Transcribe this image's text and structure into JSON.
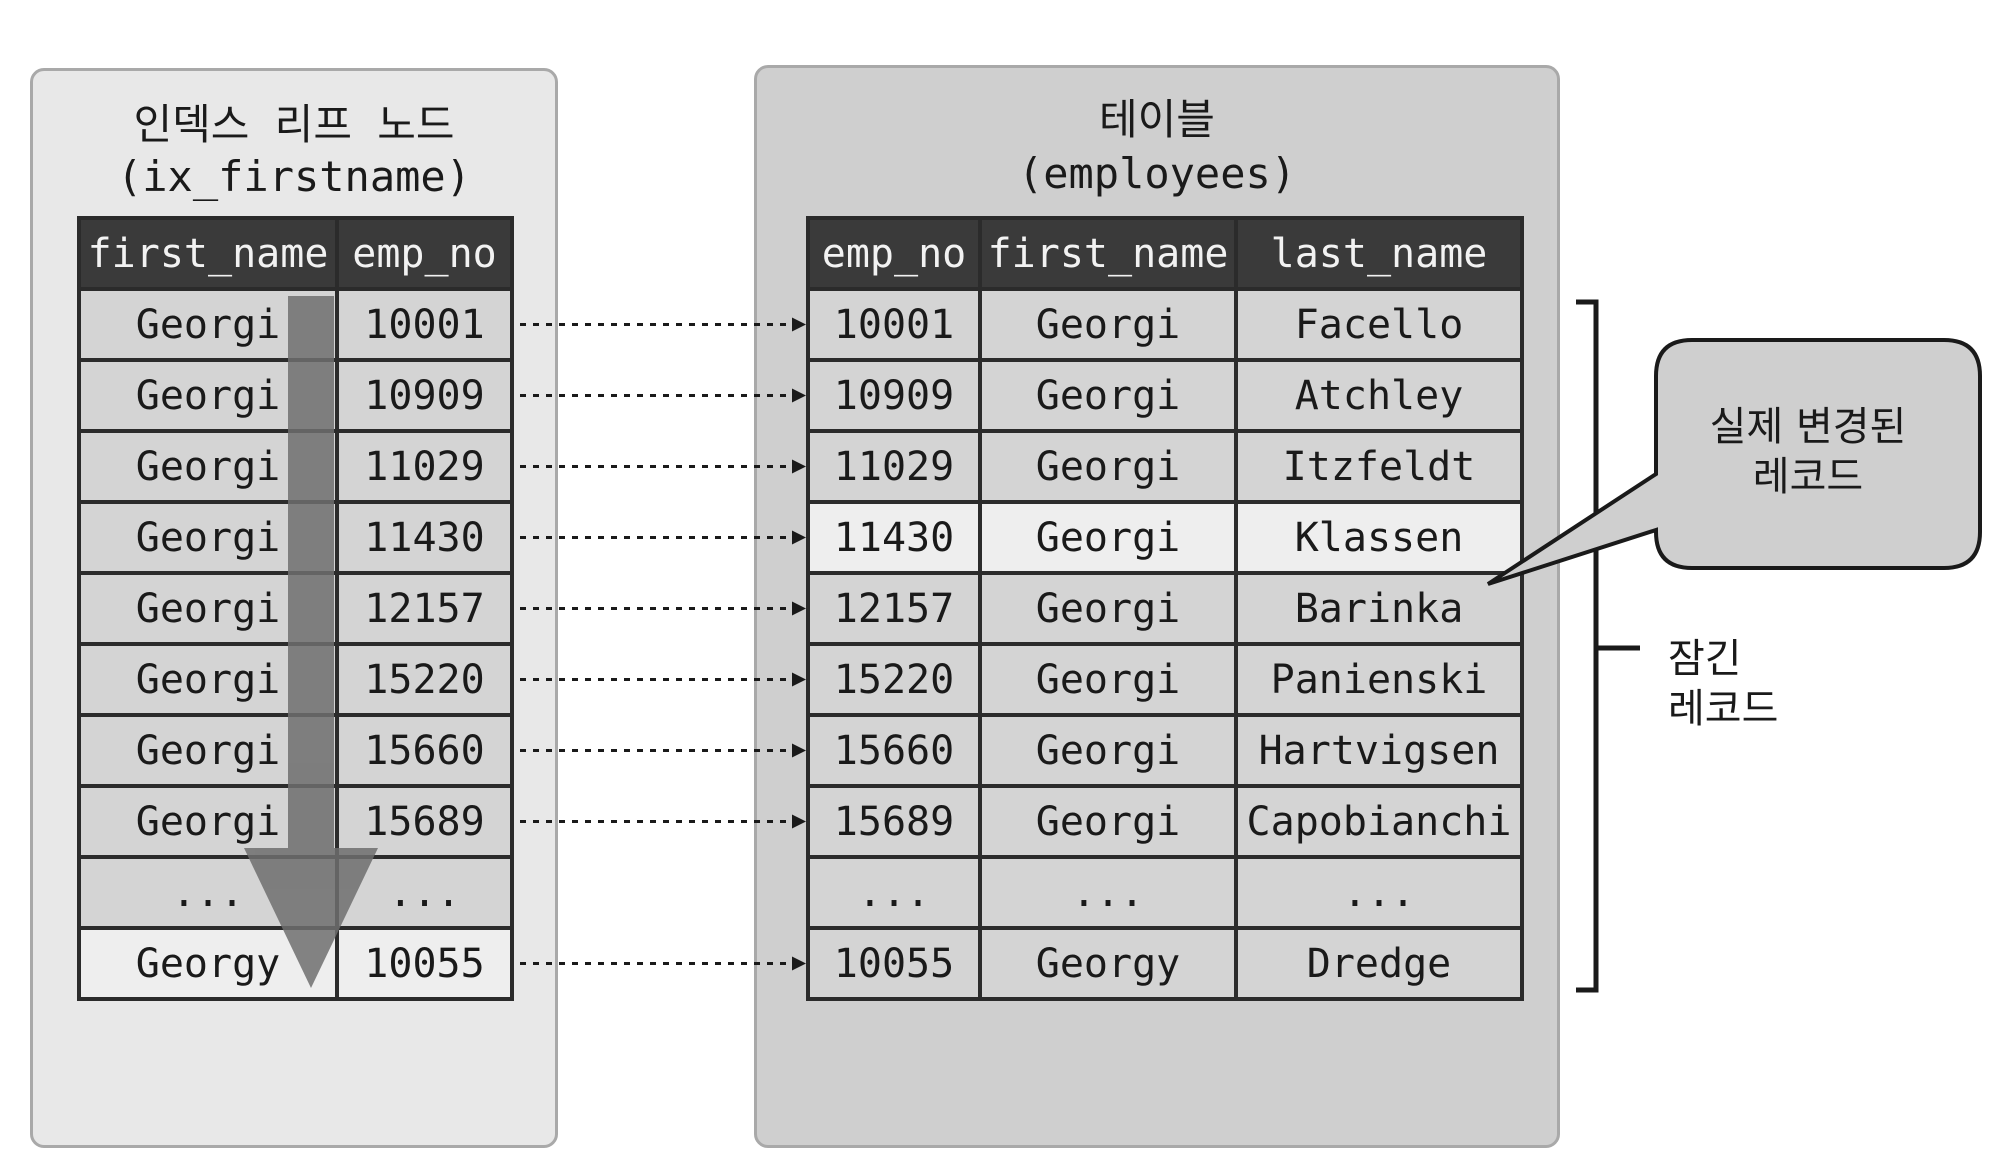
{
  "index_panel": {
    "title": "인덱스 리프 노드",
    "subtitle": "(ix_firstname)",
    "columns": [
      "first_name",
      "emp_no"
    ],
    "rows": [
      [
        "Georgi",
        "10001"
      ],
      [
        "Georgi",
        "10909"
      ],
      [
        "Georgi",
        "11029"
      ],
      [
        "Georgi",
        "11430"
      ],
      [
        "Georgi",
        "12157"
      ],
      [
        "Georgi",
        "15220"
      ],
      [
        "Georgi",
        "15660"
      ],
      [
        "Georgi",
        "15689"
      ],
      [
        "...",
        "..."
      ],
      [
        "Georgy",
        "10055"
      ]
    ]
  },
  "table_panel": {
    "title": "테이블",
    "subtitle": "(employees)",
    "columns": [
      "emp_no",
      "first_name",
      "last_name"
    ],
    "rows": [
      [
        "10001",
        "Georgi",
        "Facello"
      ],
      [
        "10909",
        "Georgi",
        "Atchley"
      ],
      [
        "11029",
        "Georgi",
        "Itzfeldt"
      ],
      [
        "11430",
        "Georgi",
        "Klassen"
      ],
      [
        "12157",
        "Georgi",
        "Barinka"
      ],
      [
        "15220",
        "Georgi",
        "Panienski"
      ],
      [
        "15660",
        "Georgi",
        "Hartvigsen"
      ],
      [
        "15689",
        "Georgi",
        "Capobianchi"
      ],
      [
        "...",
        "...",
        "..."
      ],
      [
        "10055",
        "Georgy",
        "Dredge"
      ]
    ]
  },
  "callout": {
    "line1": "실제 변경된",
    "line2": "레코드"
  },
  "locked_label": {
    "line1": "잠긴",
    "line2": "레코드"
  },
  "colors": {
    "header_bg": "#3a3a3a",
    "cell_bg": "#d4d4d4",
    "highlight_bg": "#eeeeee",
    "scan_arrow": "#6e6e6e"
  }
}
